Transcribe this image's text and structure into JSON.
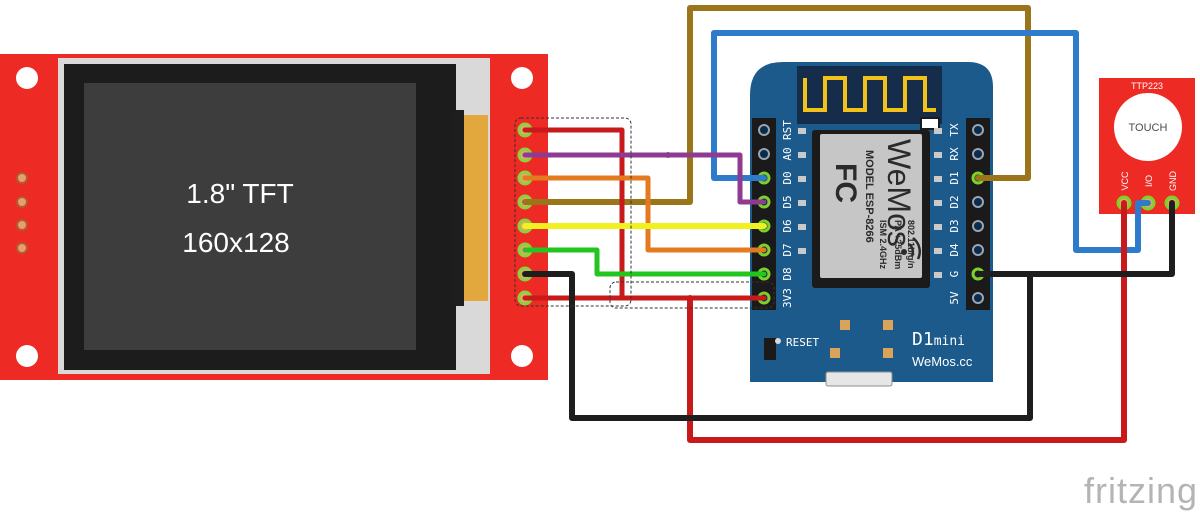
{
  "tft": {
    "screen_line1": "1.8\" TFT",
    "screen_line2": "160x128",
    "pcb_color": "#ee2a24",
    "screen_color": "#3d3d3d"
  },
  "wemos": {
    "left_pins": [
      "RST",
      "A0",
      "D0",
      "D5",
      "D6",
      "D7",
      "D8",
      "3V3"
    ],
    "right_pins": [
      "TX",
      "RX",
      "D1",
      "D2",
      "D3",
      "D4",
      "G",
      "5V"
    ],
    "reset_label": "RESET",
    "board_name": "D1",
    "board_suffix": "mini",
    "brand_url": "WeMos.cc",
    "module_brand": "WeMos",
    "module_fc": "FC",
    "module_lines": [
      "MODEL  ESP-8266",
      "ISM 2.4GHz",
      "PA +25dBm",
      "802.11b/g/n"
    ],
    "board_color": "#1c5a8c"
  },
  "touch": {
    "title": "TTP223",
    "pad_label": "TOUCH",
    "pins": [
      "VCC",
      "I/O",
      "GND"
    ],
    "pcb_color": "#ee2a24"
  },
  "watermark": "fritzing",
  "wire_colors": {
    "red": "#c8191b",
    "purple": "#8e3b91",
    "orange": "#e47a20",
    "brown": "#9b7519",
    "yellow": "#f1f122",
    "green": "#23c51f",
    "black": "#1e1e1e",
    "blue": "#2f7bcb",
    "pin_highlight": "#7fd12a"
  }
}
